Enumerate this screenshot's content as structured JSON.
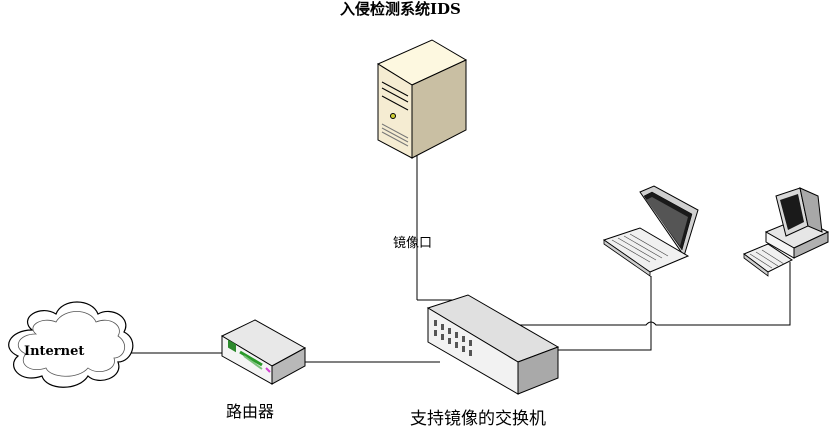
{
  "title": "入侵检测系统IDS",
  "labels": {
    "mirror_port": "镜像口",
    "router": "路由器",
    "switch": "支持镜像的交换机",
    "internet": "Internet"
  },
  "nodes": [
    {
      "id": "ids",
      "icon": "server-icon"
    },
    {
      "id": "internet",
      "icon": "cloud-icon"
    },
    {
      "id": "router",
      "icon": "router-icon"
    },
    {
      "id": "switch",
      "icon": "switch-icon"
    },
    {
      "id": "laptop",
      "icon": "laptop-icon"
    },
    {
      "id": "desktop",
      "icon": "desktop-computer-icon"
    }
  ],
  "edges": [
    {
      "from": "internet",
      "to": "router"
    },
    {
      "from": "router",
      "to": "switch"
    },
    {
      "from": "ids",
      "to": "switch"
    },
    {
      "from": "switch",
      "to": "laptop"
    },
    {
      "from": "switch",
      "to": "desktop"
    }
  ]
}
